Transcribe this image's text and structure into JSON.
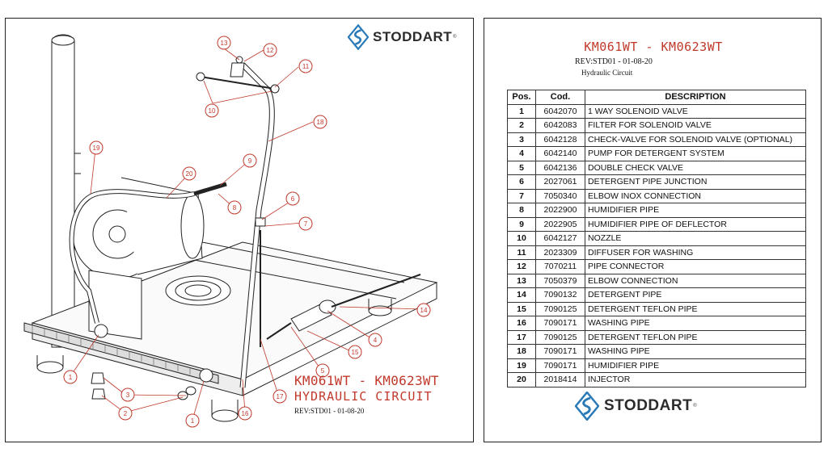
{
  "brand": "STODDART",
  "diagram": {
    "title": "KM061WT - KM0623WT",
    "subtitle": "HYDRAULIC CIRCUIT",
    "revision": "REV:STD01 - 01-08-20"
  },
  "parts_panel": {
    "title": "KM061WT - KM0623WT",
    "revision": "REV:STD01 - 01-08-20",
    "subtitle": "Hydraulic Circuit",
    "headers": [
      "Pos.",
      "Cod.",
      "DESCRIPTION"
    ],
    "rows": [
      {
        "pos": "1",
        "cod": "6042070",
        "desc": "1 WAY SOLENOID VALVE"
      },
      {
        "pos": "2",
        "cod": "6042083",
        "desc": "FILTER FOR SOLENOID VALVE"
      },
      {
        "pos": "3",
        "cod": "6042128",
        "desc": "CHECK-VALVE FOR SOLENOID VALVE (OPTIONAL)"
      },
      {
        "pos": "4",
        "cod": "6042140",
        "desc": "PUMP FOR DETERGENT SYSTEM"
      },
      {
        "pos": "5",
        "cod": "6042136",
        "desc": "DOUBLE CHECK VALVE"
      },
      {
        "pos": "6",
        "cod": "2027061",
        "desc": "DETERGENT PIPE JUNCTION"
      },
      {
        "pos": "7",
        "cod": "7050340",
        "desc": "ELBOW INOX CONNECTION"
      },
      {
        "pos": "8",
        "cod": "2022900",
        "desc": "HUMIDIFIER PIPE"
      },
      {
        "pos": "9",
        "cod": "2022905",
        "desc": "HUMIDIFIER PIPE OF DEFLECTOR"
      },
      {
        "pos": "10",
        "cod": "6042127",
        "desc": "NOZZLE"
      },
      {
        "pos": "11",
        "cod": "2023309",
        "desc": "DIFFUSER FOR WASHING"
      },
      {
        "pos": "12",
        "cod": "7070211",
        "desc": "PIPE CONNECTOR"
      },
      {
        "pos": "13",
        "cod": "7050379",
        "desc": "ELBOW CONNECTION"
      },
      {
        "pos": "14",
        "cod": "7090132",
        "desc": "DETERGENT PIPE"
      },
      {
        "pos": "15",
        "cod": "7090125",
        "desc": "DETERGENT TEFLON PIPE"
      },
      {
        "pos": "16",
        "cod": "7090171",
        "desc": "WASHING PIPE"
      },
      {
        "pos": "17",
        "cod": "7090125",
        "desc": "DETERGENT TEFLON PIPE"
      },
      {
        "pos": "18",
        "cod": "7090171",
        "desc": "WASHING PIPE"
      },
      {
        "pos": "19",
        "cod": "7090171",
        "desc": "HUMIDIFIER PIPE"
      },
      {
        "pos": "20",
        "cod": "2018414",
        "desc": "INJECTOR"
      }
    ]
  },
  "callouts": [
    "13",
    "12",
    "11",
    "10",
    "18",
    "19",
    "20",
    "9",
    "8",
    "6",
    "7",
    "14",
    "4",
    "15",
    "5",
    "17",
    "16",
    "1",
    "3",
    "2",
    "1"
  ],
  "colors": {
    "callout": "#c0392b",
    "logo": "#2a7ab8",
    "line": "#222222"
  }
}
